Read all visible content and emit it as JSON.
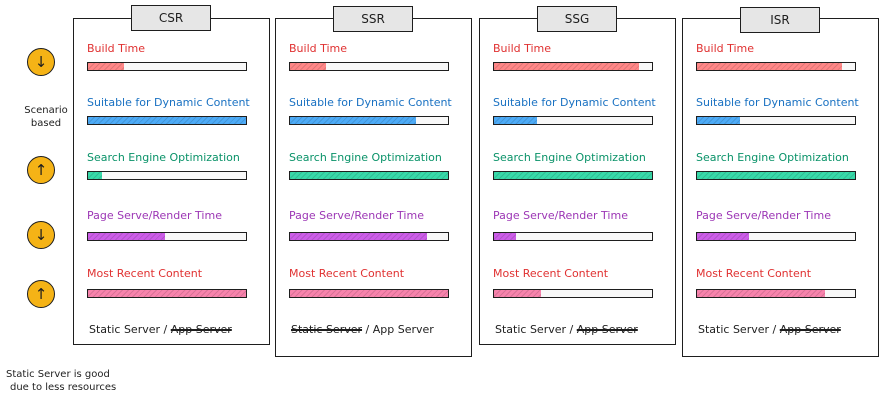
{
  "colors": {
    "build": "#e03131",
    "dynamic": "#1971c2",
    "seo": "#099268",
    "serve": "#9c36b5",
    "recent": "#e03131",
    "fill_build": "#ff8787",
    "fill_dynamic": "#4dabf7",
    "fill_seo": "#38d9a9",
    "fill_serve": "#cc5de8",
    "fill_recent": "#f783ac",
    "arrow": "#f5b316"
  },
  "indicators": [
    {
      "icon": "arrow-down-icon",
      "glyph": "↓"
    },
    {
      "icon": "arrow-up-icon",
      "glyph": "↑"
    },
    {
      "icon": "arrow-down-icon",
      "glyph": "↓"
    },
    {
      "icon": "arrow-up-icon",
      "glyph": "↑"
    }
  ],
  "side_note": {
    "line1": "Scenario",
    "line2": "based"
  },
  "foot_note": {
    "line1": "Static Server is good",
    "line2": "due to less resources"
  },
  "metric_labels": {
    "build": "Build Time",
    "dynamic": "Suitable for Dynamic Content",
    "seo": "Search Engine Optimization",
    "serve": "Page Serve/Render Time",
    "recent": "Most Recent Content"
  },
  "columns": [
    {
      "name": "CSR",
      "levels": {
        "build": 0.23,
        "dynamic": 1.0,
        "seo": 0.09,
        "serve": 0.49,
        "recent": 1.0
      },
      "server": {
        "static": "Static Server",
        "sep": "/",
        "app": "App Server",
        "struck": "app"
      }
    },
    {
      "name": "SSR",
      "levels": {
        "build": 0.23,
        "dynamic": 0.8,
        "seo": 1.0,
        "serve": 0.87,
        "recent": 1.0
      },
      "server": {
        "static": "Static Server",
        "sep": "/",
        "app": "App Server",
        "struck": "static"
      }
    },
    {
      "name": "SSG",
      "levels": {
        "build": 0.92,
        "dynamic": 0.27,
        "seo": 1.0,
        "serve": 0.14,
        "recent": 0.3
      },
      "server": {
        "static": "Static Server",
        "sep": "/",
        "app": "App Server",
        "struck": "app"
      }
    },
    {
      "name": "ISR",
      "levels": {
        "build": 0.92,
        "dynamic": 0.27,
        "seo": 1.0,
        "serve": 0.33,
        "recent": 0.81
      },
      "server": {
        "static": "Static Server",
        "sep": "/",
        "app": "App Server",
        "struck": "app"
      }
    }
  ]
}
